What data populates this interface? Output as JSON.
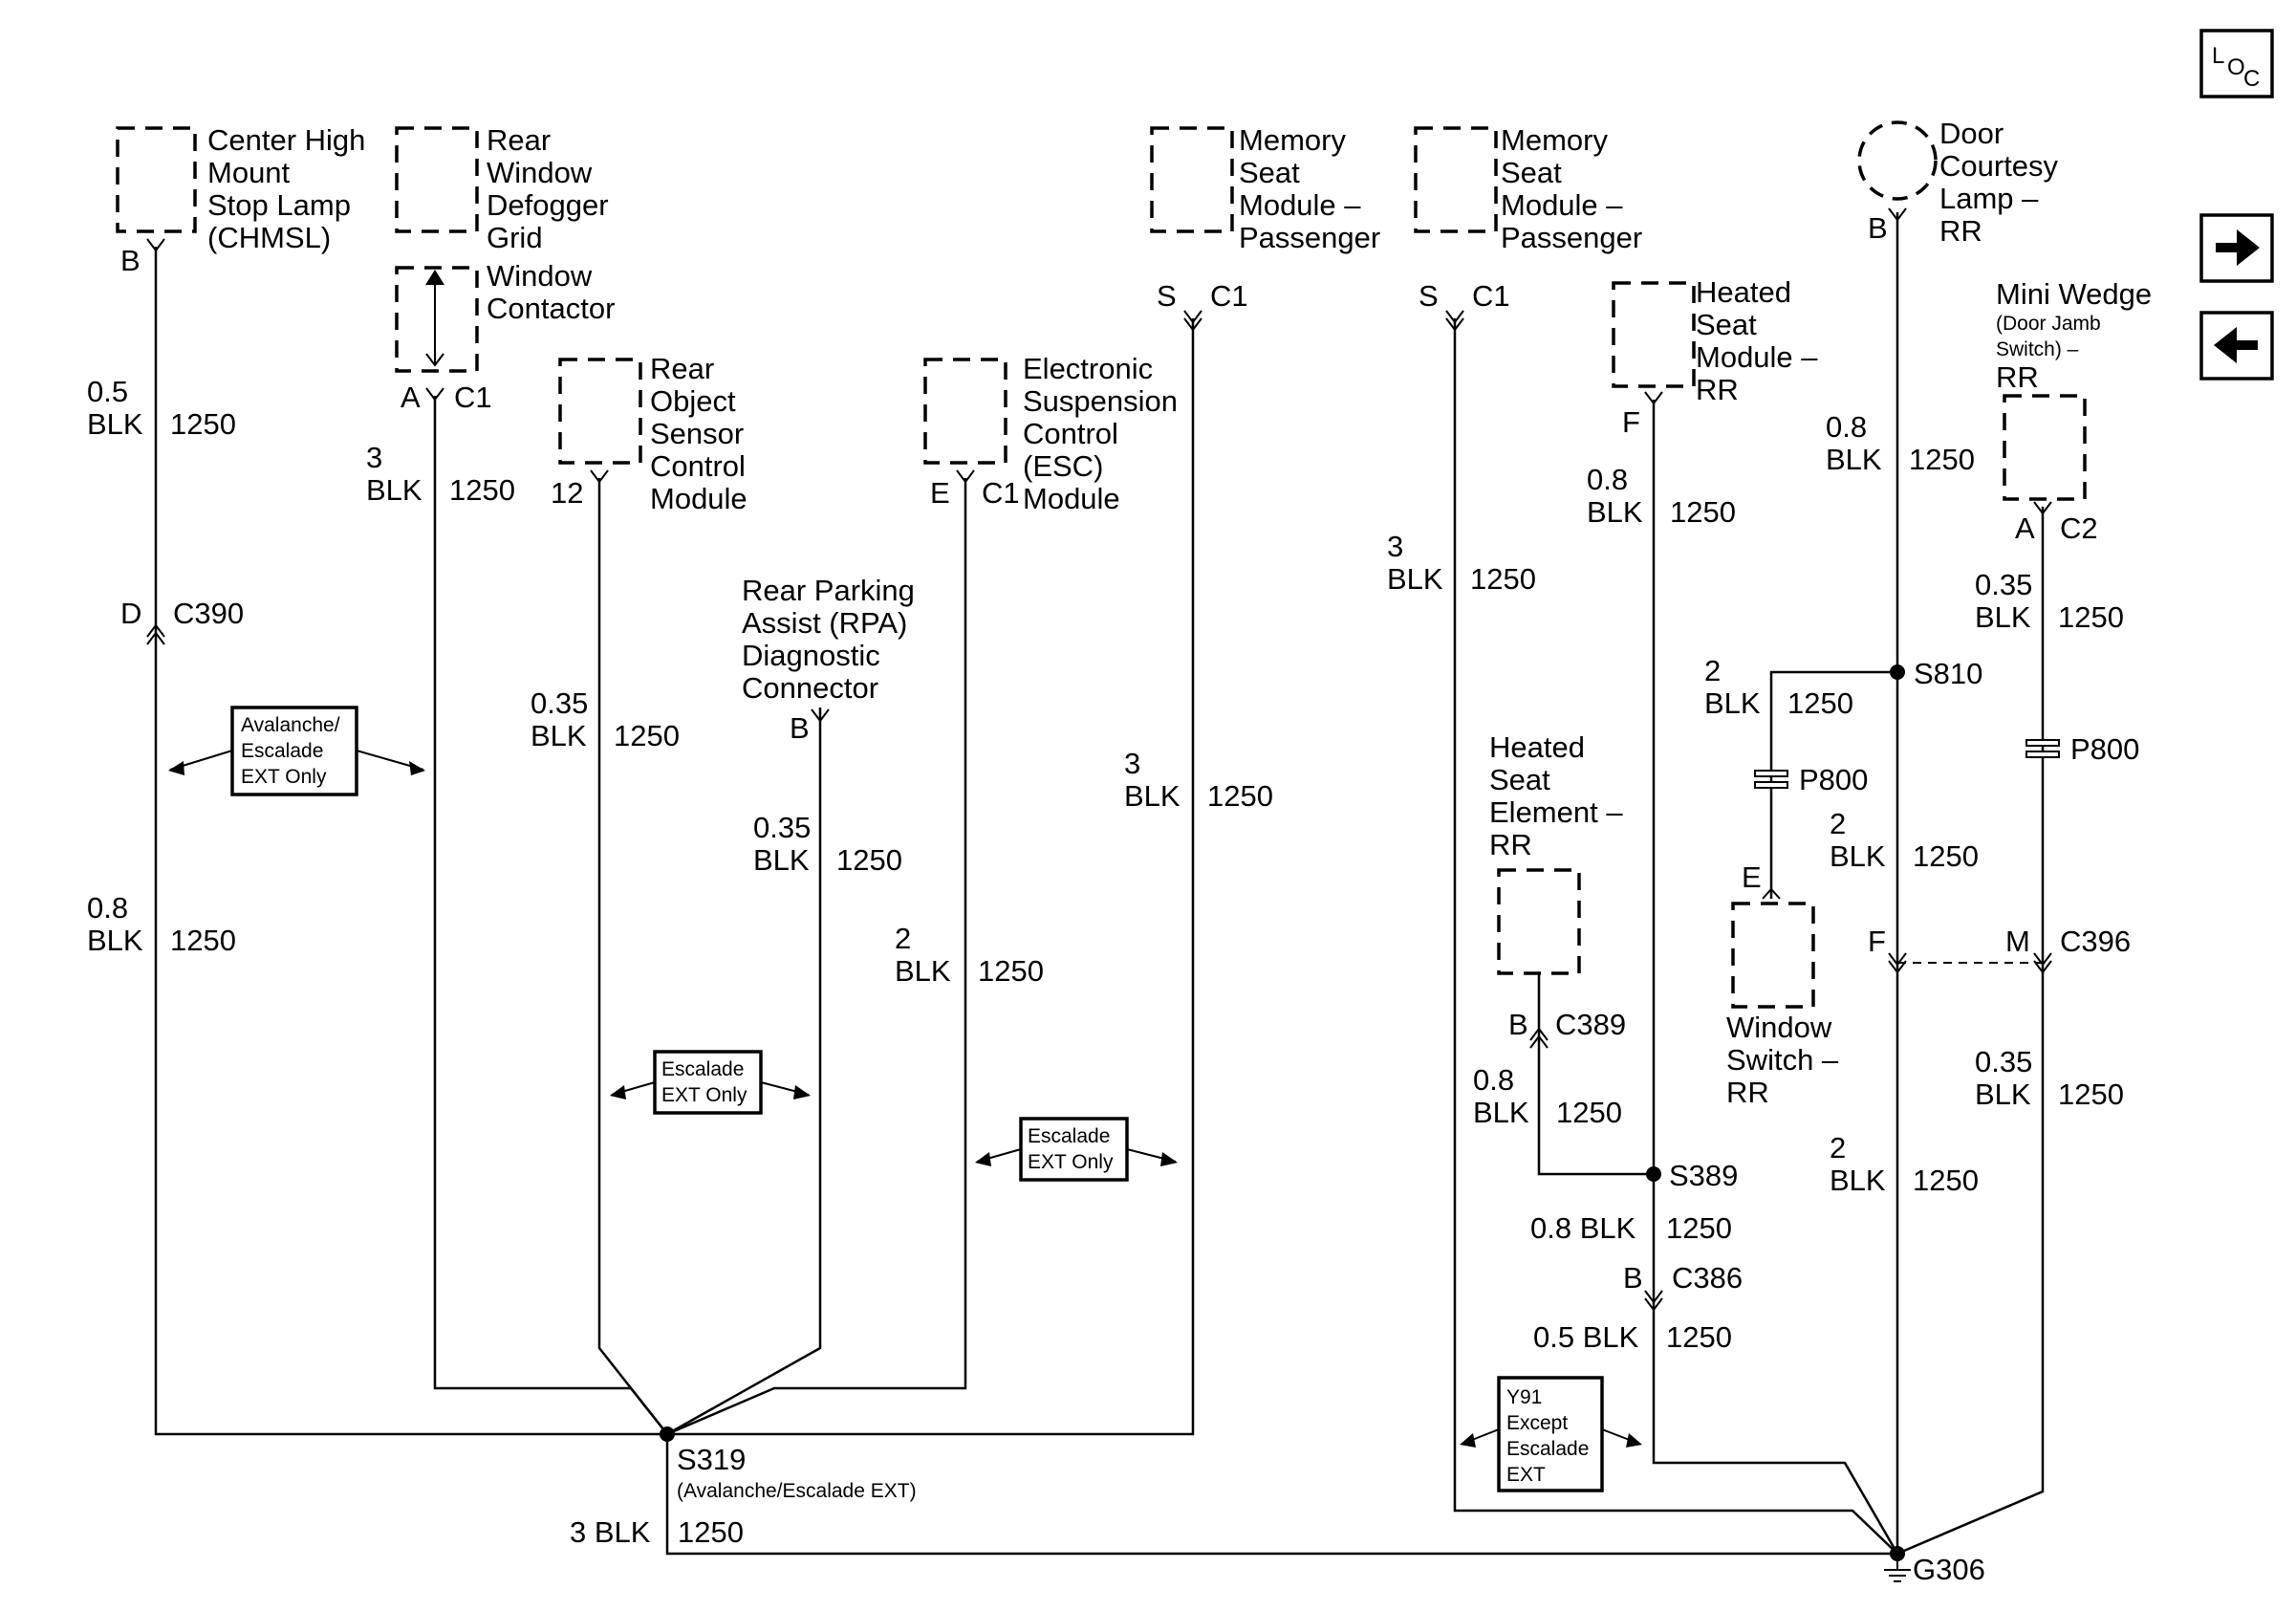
{
  "nav": {
    "loc_l": "L",
    "loc_o": "O",
    "loc_c": "C",
    "next_icon": "right-arrow-icon",
    "prev_icon": "left-arrow-icon"
  },
  "components": {
    "chmsl": [
      "Center High",
      "Mount",
      "Stop Lamp",
      "(CHMSL)"
    ],
    "defogger": [
      "Rear",
      "Window",
      "Defogger",
      "Grid"
    ],
    "window_contactor": [
      "Window",
      "Contactor"
    ],
    "rear_object": [
      "Rear",
      "Object",
      "Sensor",
      "Control",
      "Module"
    ],
    "rpa": [
      "Rear Parking",
      "Assist (RPA)",
      "Diagnostic",
      "Connector"
    ],
    "esc": [
      "Electronic",
      "Suspension",
      "Control",
      "(ESC)",
      "Module"
    ],
    "memory_seat_1": [
      "Memory",
      "Seat",
      "Module –",
      "Passenger"
    ],
    "memory_seat_2": [
      "Memory",
      "Seat",
      "Module –",
      "Passenger"
    ],
    "heated_seat_module": [
      "Heated",
      "Seat",
      "Module –",
      "RR"
    ],
    "door_courtesy": [
      "Door",
      "Courtesy",
      "Lamp –",
      "RR"
    ],
    "mini_wedge": [
      "Mini Wedge"
    ],
    "mini_wedge_small": [
      "(Door Jamb",
      "Switch) –"
    ],
    "mini_wedge_rr": "RR",
    "heated_seat_element": [
      "Heated",
      "Seat",
      "Element –",
      "RR"
    ],
    "window_switch": [
      "Window",
      "Switch –",
      "RR"
    ]
  },
  "options": {
    "avalanche": [
      "Avalanche/",
      "Escalade",
      "EXT Only"
    ],
    "escalade_a": [
      "Escalade",
      "EXT Only"
    ],
    "escalade_b": [
      "Escalade",
      "EXT Only"
    ],
    "y91": [
      "Y91",
      "Except",
      "Escalade",
      "EXT"
    ]
  },
  "pins": {
    "chmsl_b": "B",
    "wc_a": "A",
    "wc_c1": "C1",
    "ros_12": "12",
    "rpa_b": "B",
    "esc_e": "E",
    "esc_c1": "C1",
    "ms1_s": "S",
    "ms1_c1": "C1",
    "ms2_s": "S",
    "ms2_c1": "C1",
    "hsm_f": "F",
    "dcl_b": "B",
    "mw_a": "A",
    "mw_c2": "C2",
    "c390_d": "D",
    "c390": "C390",
    "c389_b": "B",
    "c389": "C389",
    "c386_b": "B",
    "c386": "C386",
    "c396_f": "F",
    "c396_m": "M",
    "c396": "C396",
    "ws_e": "E",
    "p800_a": "P800",
    "p800_b": "P800"
  },
  "wires": {
    "w1_gauge": "0.5",
    "w1_color": "BLK",
    "w1_circuit": "1250",
    "w2_gauge": "0.8",
    "w2_color": "BLK",
    "w2_circuit": "1250",
    "w3_gauge": "3",
    "w3_color": "BLK",
    "w3_circuit": "1250",
    "w4_gauge": "0.35",
    "w4_color": "BLK",
    "w4_circuit": "1250",
    "w5_gauge": "0.35",
    "w5_color": "BLK",
    "w5_circuit": "1250",
    "w6_gauge": "2",
    "w6_color": "BLK",
    "w6_circuit": "1250",
    "w7_gauge": "3",
    "w7_color": "BLK",
    "w7_circuit": "1250",
    "w8_gauge": "3",
    "w8_color": "BLK",
    "w8_circuit": "1250",
    "w9_gauge": "0.8",
    "w9_color": "BLK",
    "w9_circuit": "1250",
    "w10_gauge": "0.8",
    "w10_color": "BLK",
    "w10_circuit": "1250",
    "w11_gauge": "2",
    "w11_color": "BLK",
    "w11_circuit": "1250",
    "w12_gauge": "0.8",
    "w12_color": "BLK",
    "w12_circuit": "1250",
    "w13_gauge": "2",
    "w13_color": "BLK",
    "w13_circuit": "1250",
    "w14_gauge": "2",
    "w14_color": "BLK",
    "w14_circuit": "1250",
    "w15_gauge": "0.35",
    "w15_color": "BLK",
    "w15_circuit": "1250",
    "w16_gauge": "0.35",
    "w16_color": "BLK",
    "w16_circuit": "1250",
    "w17_label": "0.8 BLK",
    "w17_circuit": "1250",
    "w18_label": "0.5 BLK",
    "w18_circuit": "1250",
    "w19_label": "3 BLK",
    "w19_circuit": "1250"
  },
  "splices": {
    "s319": "S319",
    "s319_note": "(Avalanche/Escalade EXT)",
    "s389": "S389",
    "s810": "S810",
    "g306": "G306"
  }
}
